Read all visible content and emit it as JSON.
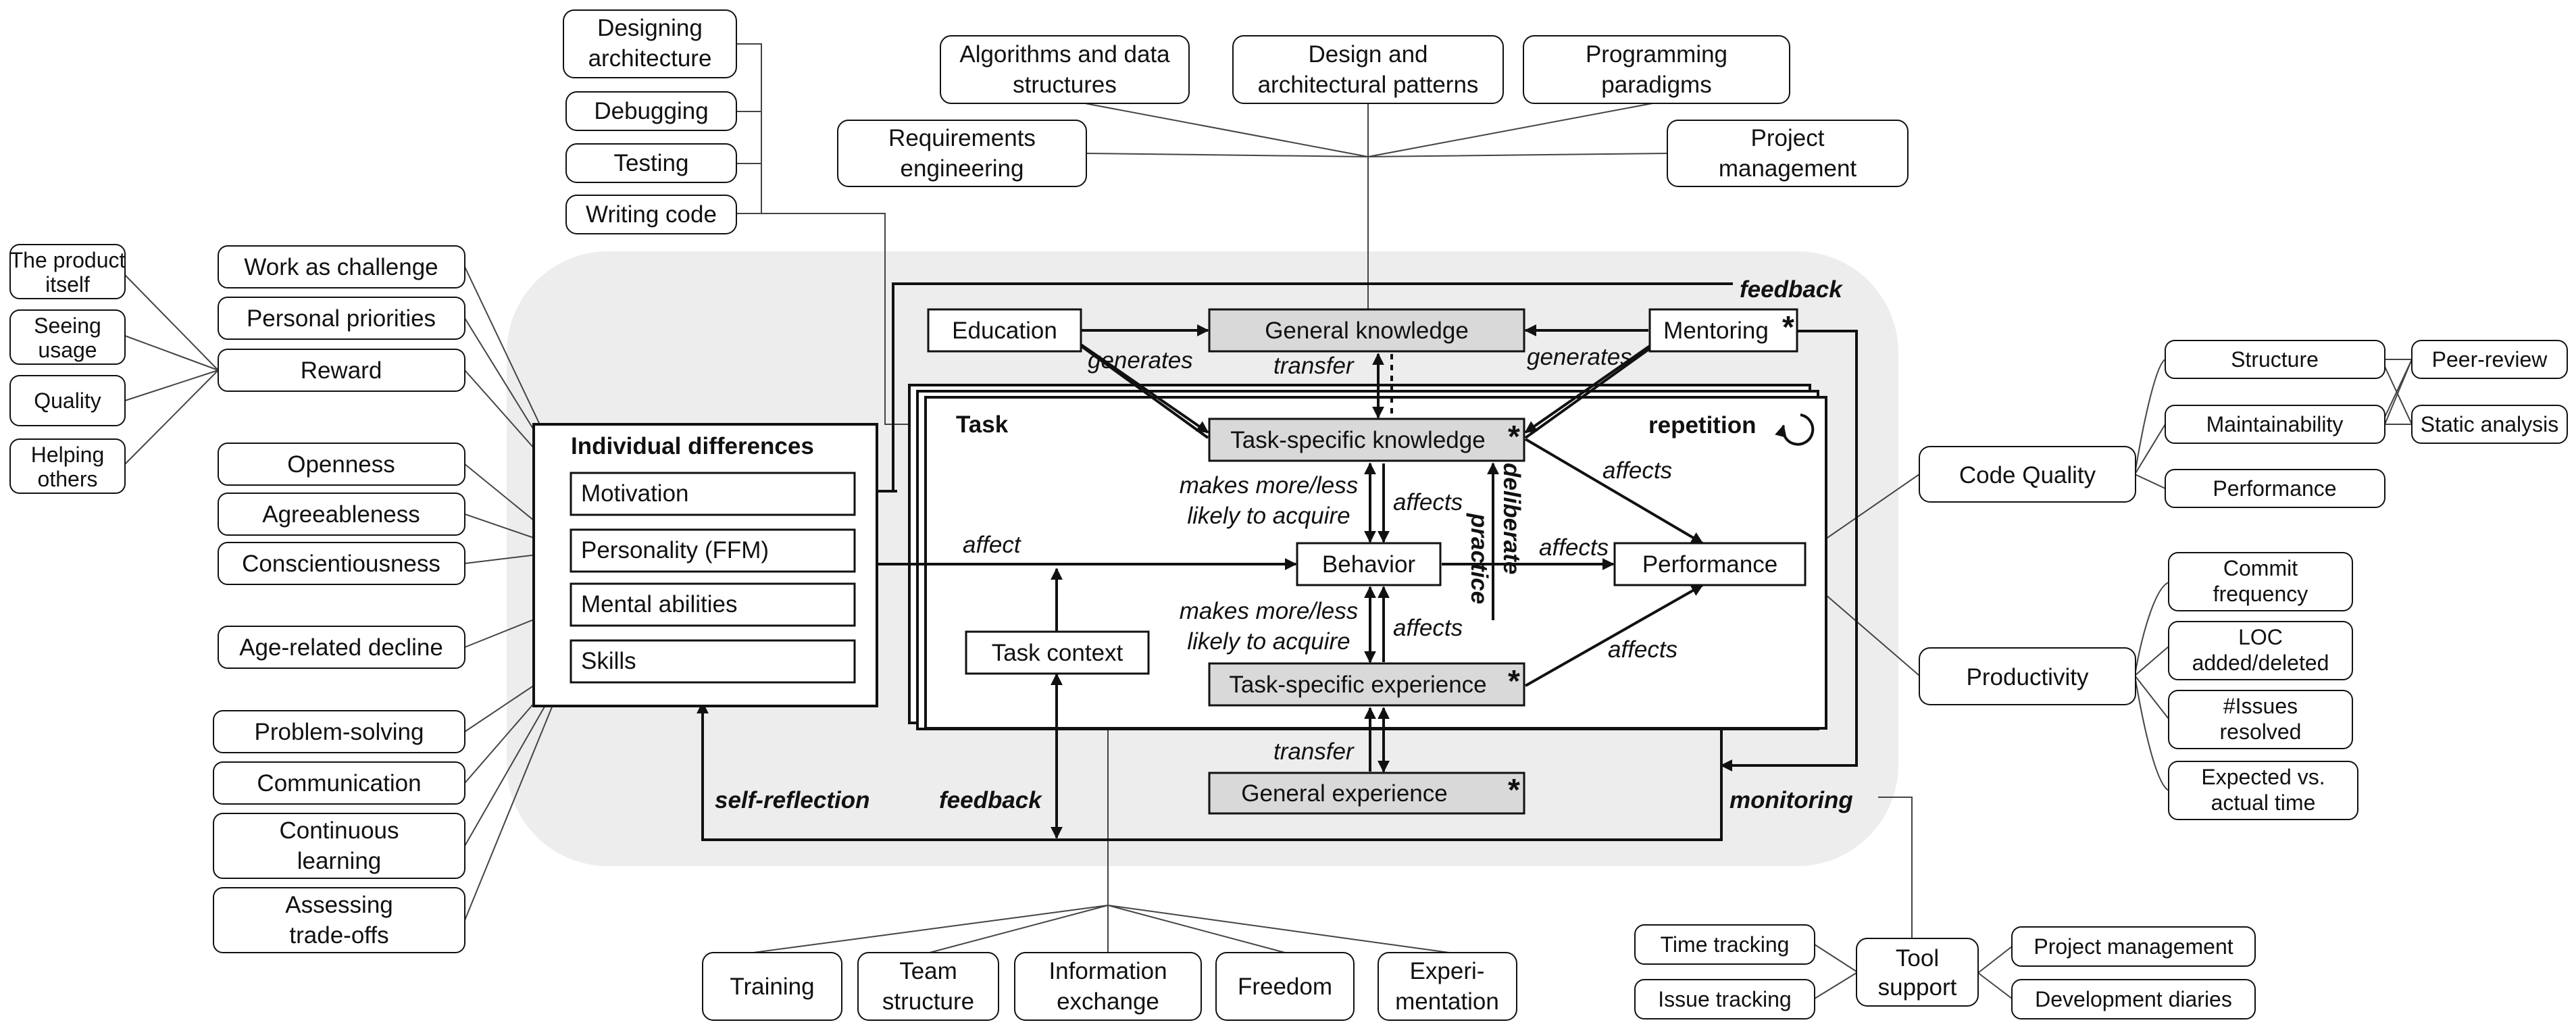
{
  "tasks": {
    "designing_architecture": [
      "Designing",
      "architecture"
    ],
    "debugging": "Debugging",
    "testing": "Testing",
    "writing_code": "Writing code"
  },
  "knowledge_topics": {
    "algorithms": [
      "Algorithms and data",
      "structures"
    ],
    "design_patterns": [
      "Design and",
      "architectural patterns"
    ],
    "paradigms": [
      "Programming",
      "paradigms"
    ],
    "requirements": [
      "Requirements",
      "engineering"
    ],
    "project_management": [
      "Project",
      "management"
    ]
  },
  "rewards": {
    "product_itself": [
      "The product",
      "itself"
    ],
    "seeing_usage": [
      "Seeing",
      "usage"
    ],
    "quality": "Quality",
    "helping_others": [
      "Helping",
      "others"
    ]
  },
  "motivation_factors": {
    "work_as_challenge": "Work as challenge",
    "personal_priorities": "Personal priorities",
    "reward": "Reward"
  },
  "personality_traits": {
    "openness": "Openness",
    "agreeableness": "Agreeableness",
    "conscientiousness": "Conscientiousness"
  },
  "age_decline": "Age-related decline",
  "skills_list": {
    "problem_solving": "Problem-solving",
    "communication": "Communication",
    "continuous_learning": [
      "Continuous",
      "learning"
    ],
    "assessing_tradeoffs": [
      "Assessing",
      "trade-offs"
    ]
  },
  "individual": {
    "title": "Individual differences",
    "motivation": "Motivation",
    "personality": "Personality (FFM)",
    "mental_abilities": "Mental abilities",
    "skills": "Skills"
  },
  "core": {
    "education": "Education",
    "general_knowledge": "General knowledge",
    "mentoring": "Mentoring",
    "task": "Task",
    "repetition": "repetition",
    "task_specific_knowledge": "Task-specific knowledge",
    "behavior": "Behavior",
    "performance": "Performance",
    "task_context": "Task context",
    "task_specific_experience": "Task-specific experience",
    "general_experience": "General experience",
    "asterisk": "*"
  },
  "edges": {
    "feedback_top": "feedback",
    "generates_left": "generates",
    "generates_right": "generates",
    "transfer_top": "transfer",
    "makes_more_less_1": [
      "makes more/less",
      "likely to acquire"
    ],
    "makes_more_less_2": [
      "makes more/less",
      "likely to acquire"
    ],
    "affects_k": "affects",
    "affects_e": "affects",
    "affects_b": "affects",
    "affects_kp": "affects",
    "affects_ep": "affects",
    "affect": "affect",
    "deliberate_practice": [
      "deliberate",
      "practice"
    ],
    "transfer_bottom": "transfer",
    "self_reflection": "self-reflection",
    "feedback_bottom": "feedback",
    "monitoring": "monitoring"
  },
  "context_factors": {
    "training": "Training",
    "team_structure": [
      "Team",
      "structure"
    ],
    "information_exchange": [
      "Information",
      "exchange"
    ],
    "freedom": "Freedom",
    "experimentation": [
      "Experi-",
      "mentation"
    ]
  },
  "code_quality": {
    "title": "Code Quality",
    "structure": "Structure",
    "maintainability": "Maintainability",
    "performance": "Performance",
    "peer_review": "Peer-review",
    "static_analysis": "Static analysis"
  },
  "productivity": {
    "title": "Productivity",
    "commit_frequency": [
      "Commit",
      "frequency"
    ],
    "loc": [
      "LOC",
      "added/deleted"
    ],
    "issues": [
      "#Issues",
      "resolved"
    ],
    "expected_actual": [
      "Expected vs.",
      "actual time"
    ]
  },
  "tools": {
    "title": [
      "Tool",
      "support"
    ],
    "time_tracking": "Time tracking",
    "issue_tracking": "Issue tracking",
    "project_management": "Project management",
    "development_diaries": "Development diaries"
  },
  "colors": {
    "background_panel": "#ededed",
    "shaded_box": "#d9d9d9",
    "stroke": "#111111",
    "line": "#444444"
  }
}
